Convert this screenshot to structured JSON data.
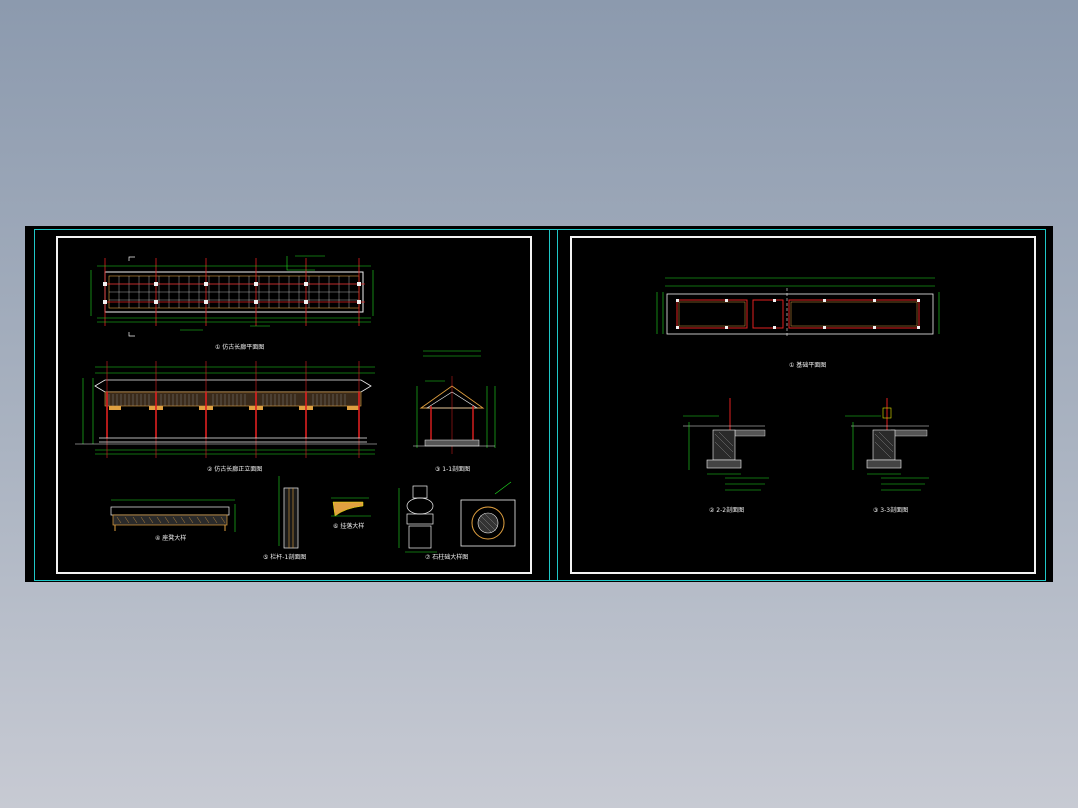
{
  "viewer": {
    "background_top": "#8c9aae",
    "background_bottom": "#c7cad3",
    "canvas_color": "#000000"
  },
  "sheet_left": {
    "frame_color": "#1fc7c7",
    "views": [
      {
        "id": "plan",
        "caption": "① 仿古长廊平面图"
      },
      {
        "id": "elevation",
        "caption": "② 仿古长廊正立面图"
      },
      {
        "id": "section",
        "caption": "③ 1-1剖面图"
      },
      {
        "id": "bench",
        "caption": "④ 座凳大样"
      },
      {
        "id": "column-detail",
        "caption": "⑤ 栏杆-1剖面图"
      },
      {
        "id": "bracket",
        "caption": "⑥ 挂落大样"
      },
      {
        "id": "base",
        "caption": "⑦ 石柱础大样图"
      }
    ]
  },
  "sheet_right": {
    "frame_color": "#1fc7c7",
    "views": [
      {
        "id": "foundation-plan",
        "caption": "① 基础平面图"
      },
      {
        "id": "section-2",
        "caption": "② 2-2剖面图"
      },
      {
        "id": "section-3",
        "caption": "③ 3-3剖面图"
      }
    ]
  },
  "colors": {
    "outline_white": "#f2f2f2",
    "column_red": "#e02020",
    "dim_green": "#20e020",
    "text_yellow": "#e6e600",
    "wood_orange": "#e0a040",
    "hatch_gray": "#9a9a9a"
  }
}
